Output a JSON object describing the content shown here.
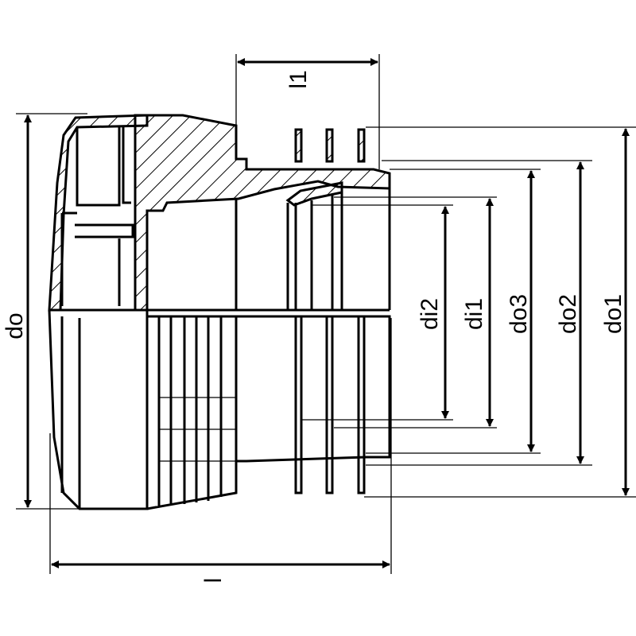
{
  "dimensions": {
    "do": "do",
    "l1": "l1",
    "l": "l",
    "di2": "di2",
    "di1": "di1",
    "do3": "do3",
    "do2": "do2",
    "do1": "do1"
  },
  "colors": {
    "line": "#000000",
    "background": "#ffffff"
  }
}
